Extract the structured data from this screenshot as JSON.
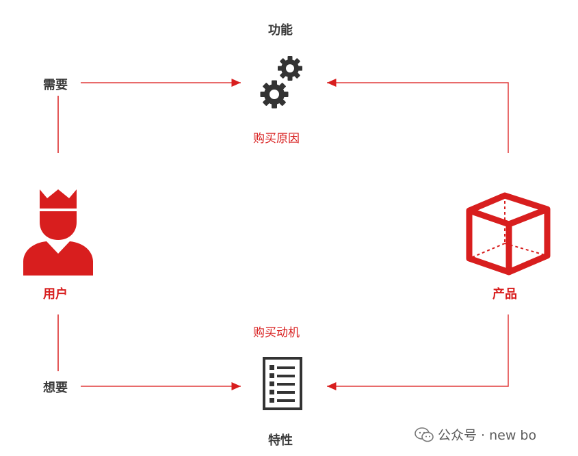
{
  "nodes": {
    "function": "功能",
    "need": "需要",
    "purchase_reason": "购买原因",
    "user": "用户",
    "product": "产品",
    "purchase_motive": "购买动机",
    "want": "想要",
    "feature": "特性"
  },
  "colors": {
    "accent": "#d81e1e",
    "text_dark": "#3a3a3a",
    "icon_dark": "#333333",
    "line": "#e03a3a"
  },
  "icons": {
    "function": "gears-icon",
    "user": "king-user-icon",
    "product": "cube-icon",
    "feature": "checklist-icon"
  },
  "watermark": {
    "text": "公众号 · new bo",
    "icon": "wechat-icon"
  }
}
